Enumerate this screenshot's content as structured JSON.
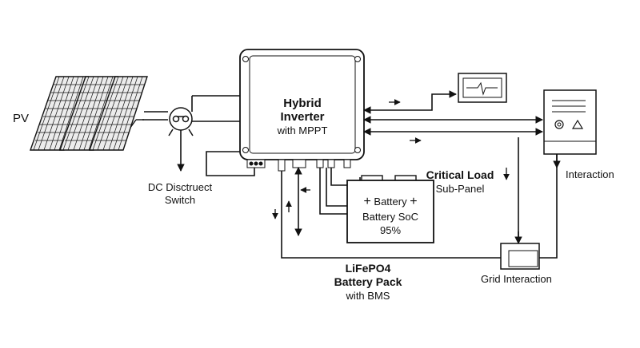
{
  "labels": {
    "pv": "PV",
    "dc_switch_line1": "DC Disctruect",
    "dc_switch_line2": "Switch",
    "inverter_line1": "Hybrid",
    "inverter_line2": "Inverter",
    "inverter_line3": "with MPPT",
    "critical_load_line1": "Critical Load",
    "critical_load_line2": "Sub-Panel",
    "battery_label": "Battery",
    "battery_soc_label": "Battery SoC",
    "battery_soc_value": "95%",
    "lifepo4_line1": "LiFePO4",
    "lifepo4_line2": "Battery Pack",
    "lifepo4_line3": "with BMS",
    "interaction": "Interaction",
    "grid_interaction": "Grid Interaction"
  },
  "battery_soc_fraction": 0.95,
  "colors": {
    "line": "#111111",
    "fill": "#ffffff",
    "panel_fill": "#ececec"
  },
  "icons": {
    "solar_panel": "solar-panel-icon",
    "dc_switch": "dc-switch-icon",
    "meter": "meter-icon",
    "load_panel": "load-panel-icon",
    "battery": "battery-icon",
    "grid_box": "grid-box-icon"
  }
}
